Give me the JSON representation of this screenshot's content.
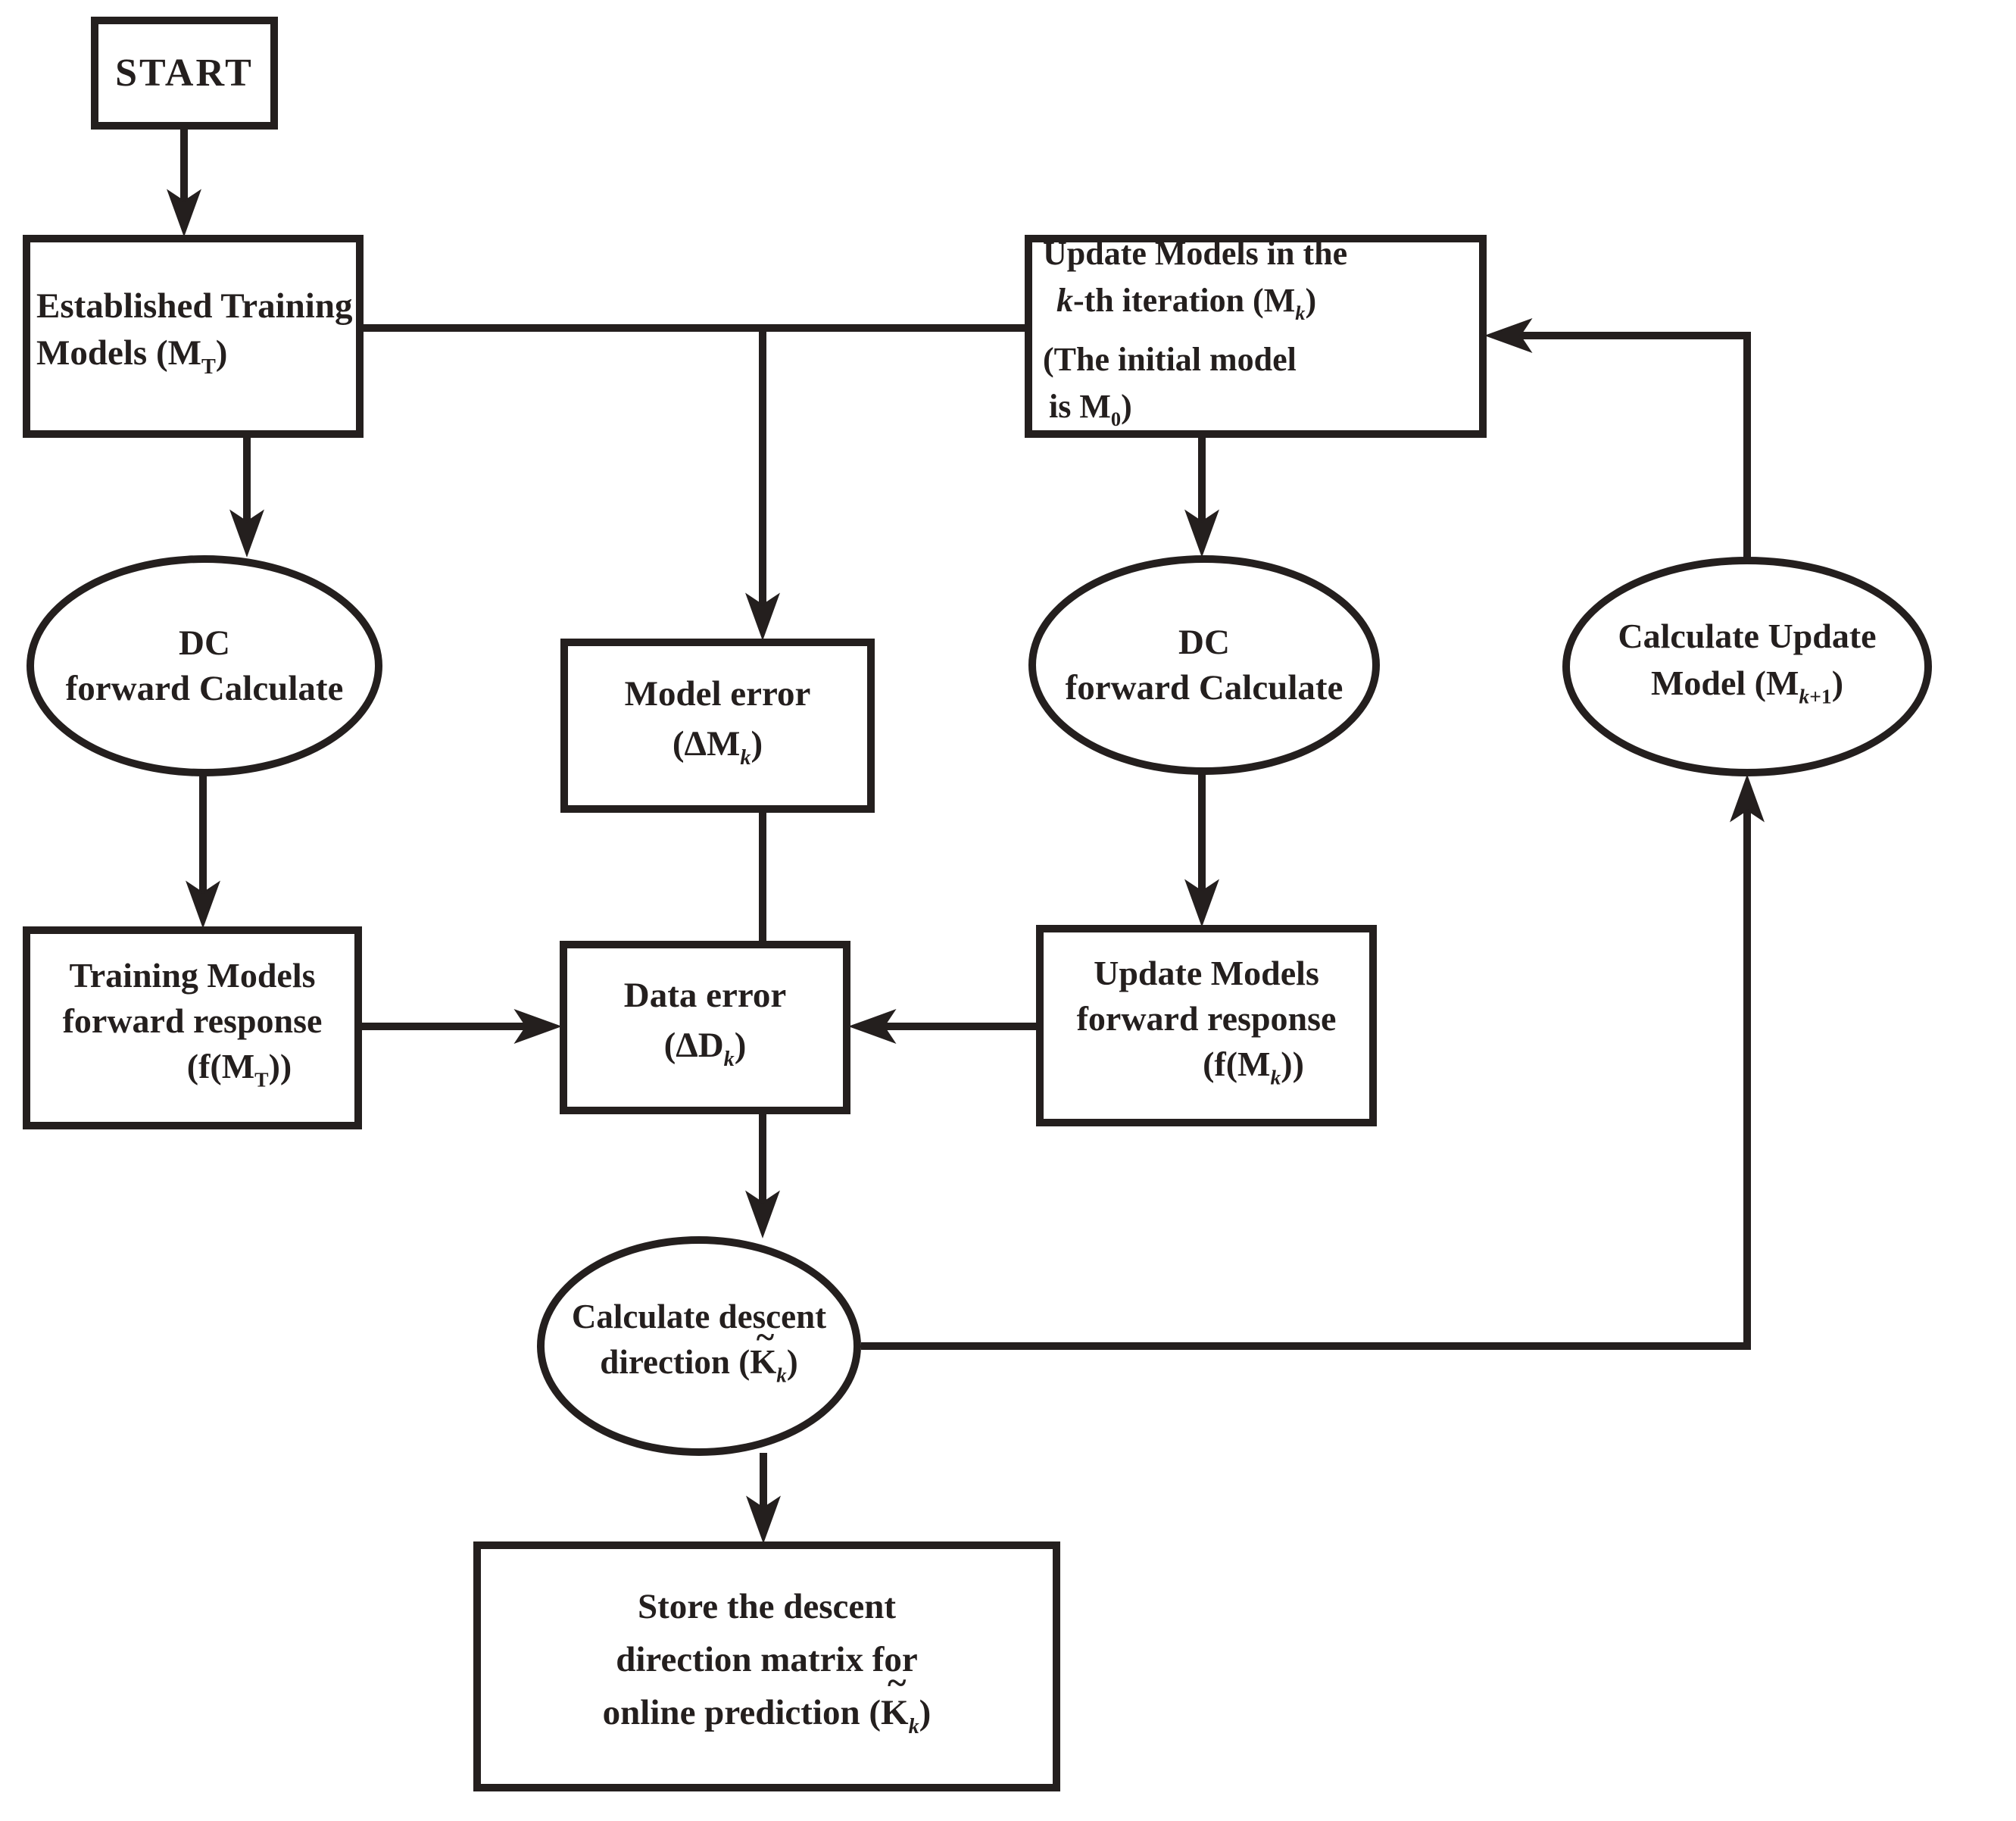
{
  "colors": {
    "ink": "#241f1e",
    "background": "#ffffff"
  },
  "diagram_type": "flowchart",
  "nodes": {
    "start": {
      "label": "START"
    },
    "established_training_models": {
      "line1": "Established Training",
      "line2_pre": "Models (M",
      "line2_sub": "T",
      "line2_post": ")"
    },
    "update_models_kth": {
      "line1": "Update Models in the",
      "line2_k": "k",
      "line2_mid": "-th iteration (M",
      "line2_sub": "k",
      "line2_post": ")",
      "line3": "(The initial model",
      "line4_pre": "is M",
      "line4_sub": "0",
      "line4_post": ")"
    },
    "dc_forward_left": {
      "line1": "DC",
      "line2": "forward Calculate"
    },
    "model_error": {
      "line1": "Model error",
      "line2_pre": "(ΔM",
      "line2_sub": "k",
      "line2_post": ")"
    },
    "dc_forward_right": {
      "line1": "DC",
      "line2": "forward Calculate"
    },
    "calculate_update_model": {
      "line1": "Calculate Update",
      "line2_pre": "Model  (M",
      "line2_sub_k": "k",
      "line2_sub_rest": "+1",
      "line2_post": ")"
    },
    "training_models_response": {
      "line1": "Training Models",
      "line2": "forward response",
      "line3_pre": "(f(M",
      "line3_sub": "T",
      "line3_post": "))"
    },
    "data_error": {
      "line1": "Data error",
      "line2_pre": "(ΔD",
      "line2_sub": "k",
      "line2_post": ")"
    },
    "update_models_response": {
      "line1": "Update Models",
      "line2": "forward response",
      "line3_pre": "(f(M",
      "line3_sub": "k",
      "line3_post": "))"
    },
    "calculate_descent_direction": {
      "line1": "Calculate descent",
      "line2_pre": "direction (",
      "line2_K": "K",
      "line2_tilde": "~",
      "line2_sub": "k",
      "line2_post": ")"
    },
    "store_descent_matrix": {
      "line1": "Store the descent",
      "line2": "direction matrix for",
      "line3_pre": "online prediction (",
      "line3_K": "K",
      "line3_tilde": "~",
      "line3_sub": "k",
      "line3_post": ")"
    }
  },
  "edges": [
    {
      "from": "start",
      "to": "established_training_models"
    },
    {
      "from": "established_training_models",
      "to": "update_models_kth"
    },
    {
      "from": "established_training_models",
      "to": "dc_forward_left"
    },
    {
      "from": "established_training_models",
      "to": "model_error"
    },
    {
      "from": "update_models_kth",
      "to": "dc_forward_right"
    },
    {
      "from": "dc_forward_left",
      "to": "training_models_response"
    },
    {
      "from": "dc_forward_right",
      "to": "update_models_response"
    },
    {
      "from": "model_error",
      "to": "data_error"
    },
    {
      "from": "training_models_response",
      "to": "data_error"
    },
    {
      "from": "update_models_response",
      "to": "data_error"
    },
    {
      "from": "data_error",
      "to": "calculate_descent_direction"
    },
    {
      "from": "calculate_descent_direction",
      "to": "store_descent_matrix"
    },
    {
      "from": "calculate_descent_direction",
      "to": "calculate_update_model"
    },
    {
      "from": "calculate_update_model",
      "to": "update_models_kth"
    }
  ]
}
